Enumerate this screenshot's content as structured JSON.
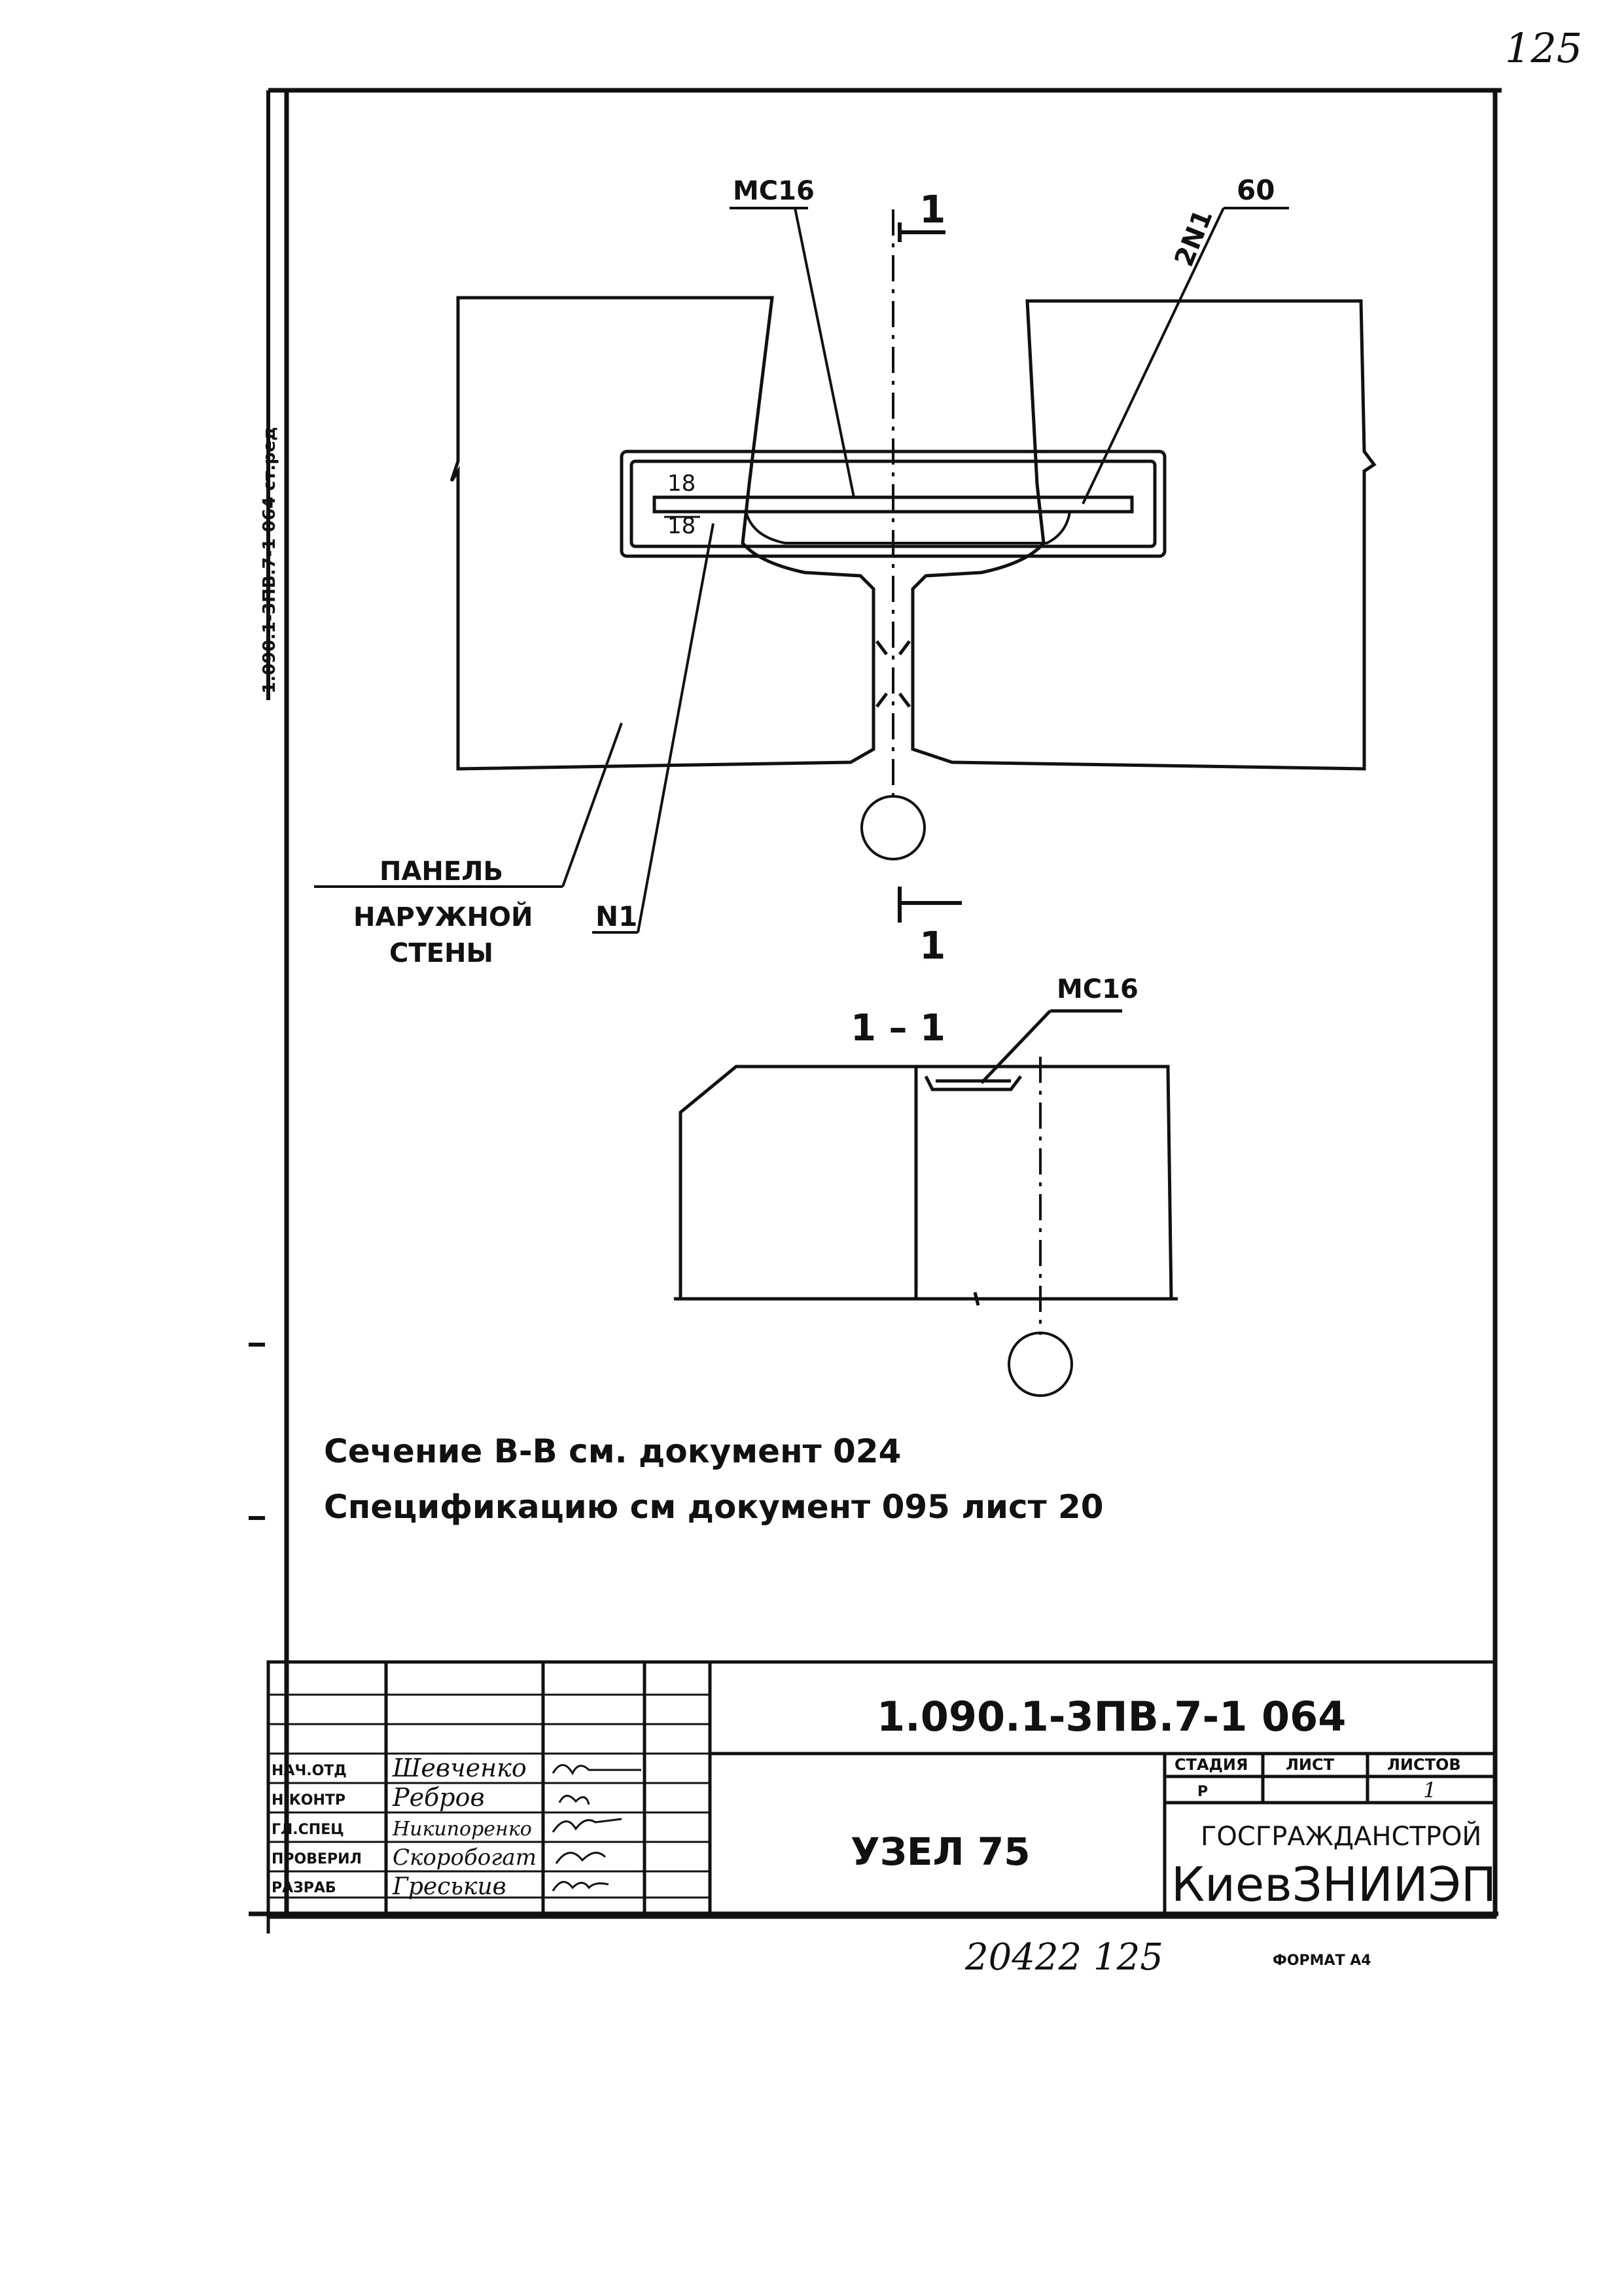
{
  "page_number": "125",
  "side_stamp": "1.090.1-3ПВ.7-1  064  ст.ред",
  "labels": {
    "weld_top": "МС16",
    "angle": "60",
    "bar_count": "2N1",
    "gap_top": "18",
    "gap_bottom": "18",
    "section_mark": "1",
    "panel_line1": "ПАНЕЛЬ",
    "panel_line2": "НАРУЖНОЙ",
    "panel_line3": "СТЕНЫ",
    "bar_mark": "N1",
    "section_title": "1 – 1",
    "weld_section": "МС16"
  },
  "notes": [
    "Сечение В-В см. документ 024",
    "Спецификацию  см документ 095  лист 20"
  ],
  "title_block": {
    "doc_code": "1.090.1-3ПВ.7-1    064",
    "drawing_title": "УЗЕЛ 75",
    "stage_header": "СТАДИЯ",
    "sheet_header": "ЛИСТ",
    "sheets_header": "ЛИСТОВ",
    "stage_value": "Р",
    "sheets_value": "1",
    "org_line1": "ГОСГРАЖДАНСТРОЙ",
    "org_line2": "КиевЗНИИЭП",
    "roles": [
      {
        "role": "НАЧ.ОТД",
        "name": "Шевченко"
      },
      {
        "role": "Н.КОНТР",
        "name": "Ребров"
      },
      {
        "role": "ГЛ.СПЕЦ",
        "name": "Никипоренко"
      },
      {
        "role": "ПРОВЕРИЛ",
        "name": "Скоробогат"
      },
      {
        "role": "РАЗРАБ",
        "name": "Греськив"
      }
    ]
  },
  "footer_number": "20422  125",
  "format_label": "ФОРМАТ А4"
}
